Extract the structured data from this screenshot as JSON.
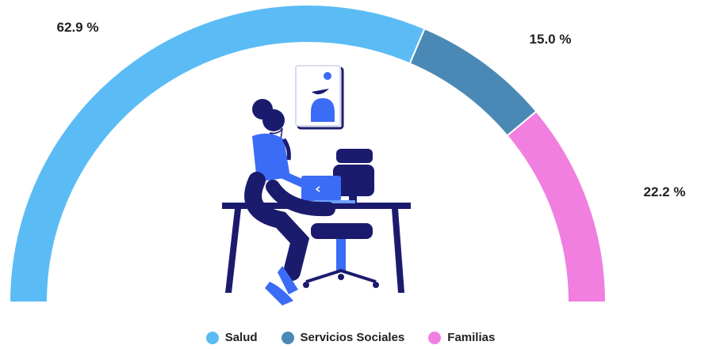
{
  "chart_data": {
    "type": "pie",
    "subtype": "semicircle-donut",
    "categories": [
      "Salud",
      "Servicios Sociales",
      "Familias"
    ],
    "values": [
      62.9,
      15.0,
      22.2
    ],
    "value_labels": [
      "62.9 %",
      "15.0 %",
      "22.2 %"
    ],
    "colors": [
      "#5bbcf5",
      "#4a89b5",
      "#f07fe0"
    ],
    "title": "",
    "legend_position": "bottom-center"
  },
  "legend": [
    {
      "label": "Salud",
      "color": "#5bbcf5"
    },
    {
      "label": "Servicios Sociales",
      "color": "#4a89b5"
    },
    {
      "label": "Familias",
      "color": "#f07fe0"
    }
  ],
  "illustration": {
    "icon": "woman-on-phone-at-desk-icon",
    "colors": {
      "navy": "#1b1b6e",
      "blue": "#3b6cf6",
      "light_blue": "#6fa0ff"
    }
  }
}
